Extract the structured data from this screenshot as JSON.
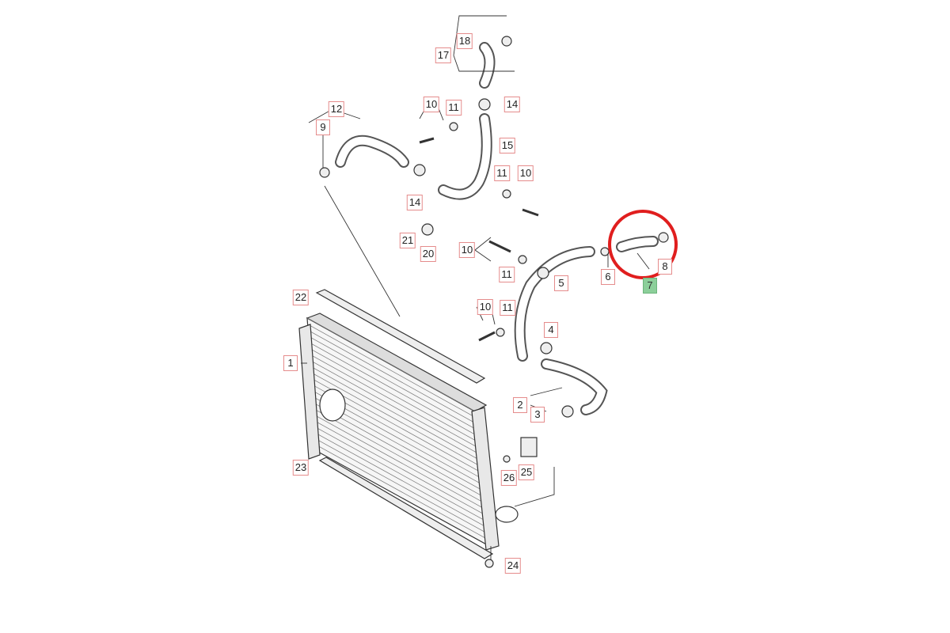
{
  "diagram": {
    "highlighted_part": "7",
    "colors": {
      "label_border": "#e58c8c",
      "highlight_fill": "#8ccf9a",
      "circle": "#e01e1e",
      "line": "#333333"
    },
    "labels": [
      "18",
      "17",
      "14",
      "10",
      "11",
      "12",
      "9",
      "15",
      "11",
      "10",
      "14",
      "21",
      "20",
      "10",
      "11",
      "5",
      "6",
      "8",
      "7",
      "22",
      "10",
      "11",
      "4",
      "1",
      "2",
      "3",
      "23",
      "26",
      "25",
      "24"
    ]
  }
}
